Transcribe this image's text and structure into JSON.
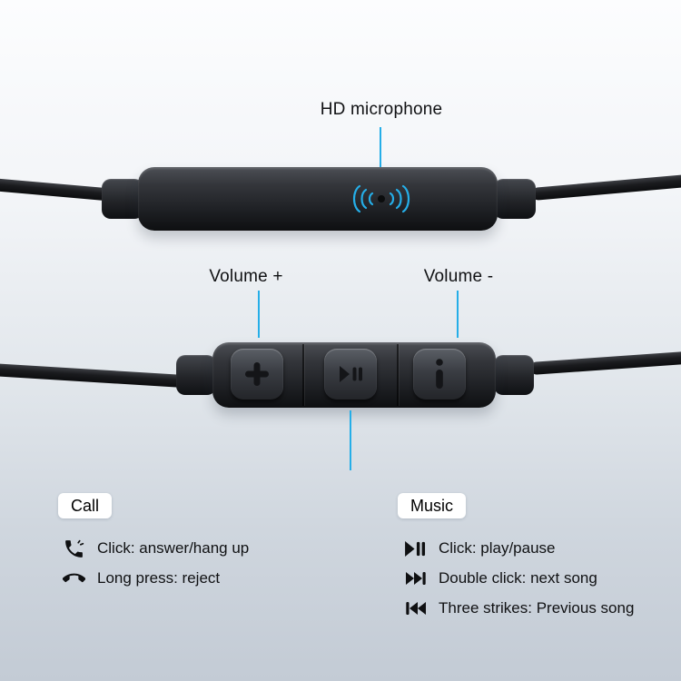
{
  "accent_color": "#25aee8",
  "device_color": "#1e2024",
  "mic_section": {
    "label": "HD microphone"
  },
  "controls_section": {
    "volume_up_label": "Volume +",
    "volume_down_label": "Volume -",
    "buttons": [
      "volume-up",
      "play-pause",
      "volume-down"
    ]
  },
  "call_section": {
    "title": "Call",
    "items": [
      {
        "icon": "phone-answer-icon",
        "text": "Click: answer/hang up"
      },
      {
        "icon": "phone-reject-icon",
        "text": "Long press: reject"
      }
    ]
  },
  "music_section": {
    "title": "Music",
    "items": [
      {
        "icon": "play-pause-icon",
        "text": "Click: play/pause"
      },
      {
        "icon": "next-track-icon",
        "text": "Double click: next song"
      },
      {
        "icon": "previous-track-icon",
        "text": "Three strikes: Previous song"
      }
    ]
  }
}
